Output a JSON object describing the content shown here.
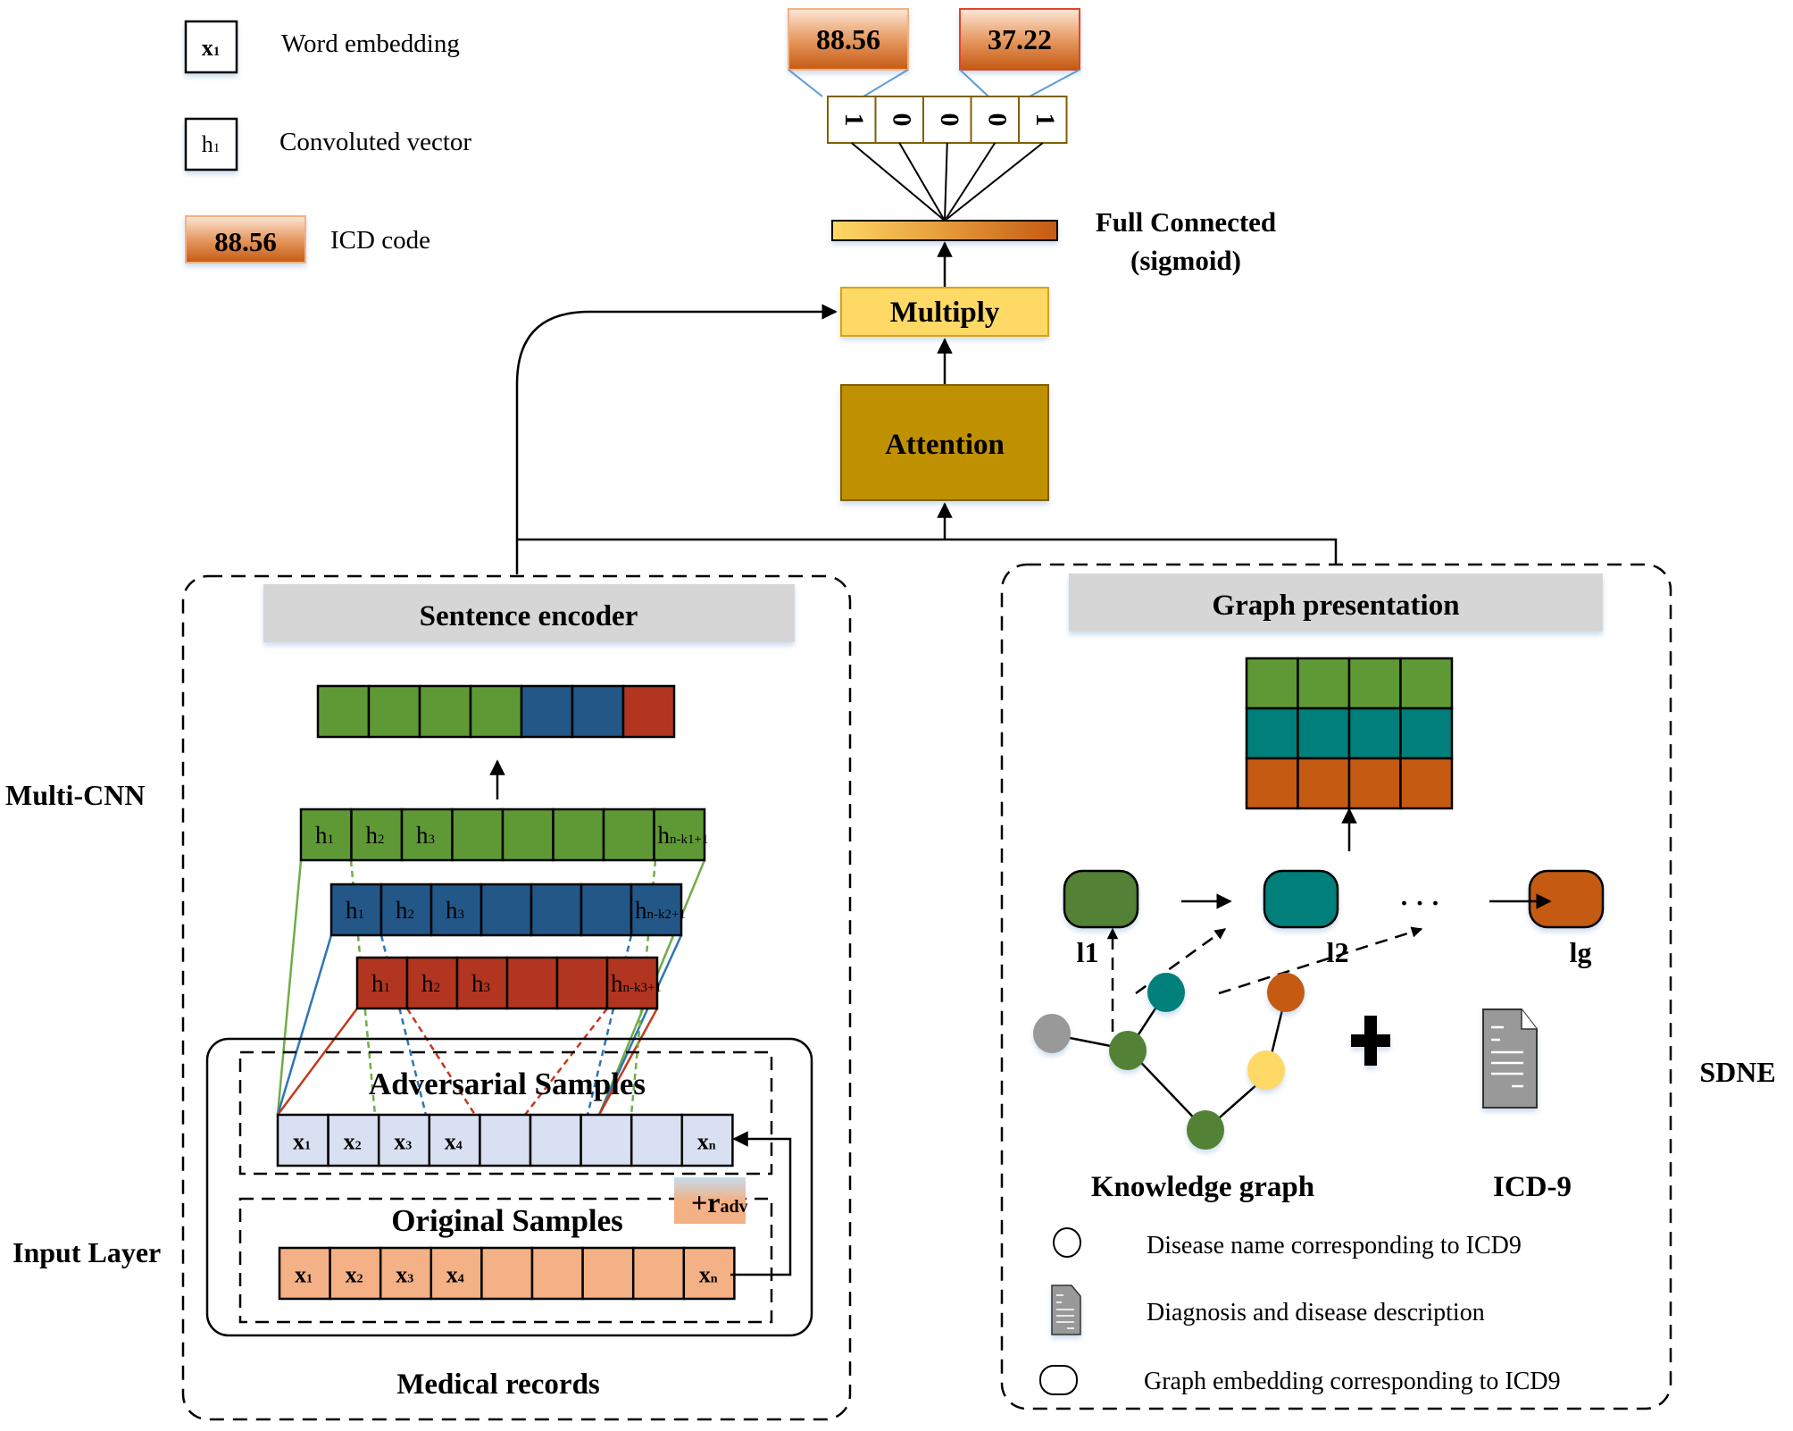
{
  "legend_top": {
    "items": [
      {
        "symbol": "x1",
        "label": "Word embedding"
      },
      {
        "symbol": "h1",
        "label": "Convoluted vector"
      },
      {
        "symbol": "88.56",
        "label": "ICD code"
      }
    ]
  },
  "output": {
    "icd_codes": [
      "88.56",
      "37.22"
    ],
    "bits": [
      "1",
      "0",
      "0",
      "0",
      "1"
    ],
    "full_connected_label_line1": "Full Connected",
    "full_connected_label_line2": "(sigmoid)",
    "multiply_label": "Multiply",
    "attention_label": "Attention"
  },
  "sentence_encoder": {
    "title": "Sentence encoder",
    "concat_cells": [
      "green",
      "green",
      "green",
      "green",
      "blue",
      "blue",
      "red"
    ],
    "layers": [
      {
        "name": "k1",
        "cells": [
          "h1",
          "h2",
          "h3",
          "",
          "",
          "",
          "",
          "hn-k1+1"
        ]
      },
      {
        "name": "k2",
        "cells": [
          "h1",
          "h2",
          "h3",
          "",
          "",
          "",
          "hn-k2+1"
        ]
      },
      {
        "name": "k3",
        "cells": [
          "h1",
          "h2",
          "h3",
          "",
          "",
          "hn-k3+1"
        ]
      }
    ],
    "adversarial_title": "Adversarial Samples",
    "adversarial_cells": [
      "x1",
      "x2",
      "x3",
      "x4",
      "",
      "",
      "",
      "",
      "xn"
    ],
    "perturbation_label": "+r",
    "perturbation_sub": "adv",
    "original_title": "Original Samples",
    "original_cells": [
      "x1",
      "x2",
      "x3",
      "x4",
      "",
      "",
      "",
      "",
      "xn"
    ],
    "footer": "Medical records"
  },
  "side_labels": {
    "multi_cnn": "Multi-CNN",
    "input_layer": "Input Layer",
    "sdne": "SDNE"
  },
  "graph_presentation": {
    "title": "Graph presentation",
    "matrix_rows": [
      "green",
      "teal",
      "orange"
    ],
    "matrix_cols": 4,
    "embeddings": [
      {
        "label": "l1",
        "color": "green"
      },
      {
        "label": "l2",
        "color": "teal"
      },
      {
        "label": "lg",
        "color": "orange"
      }
    ],
    "ellipsis": "· · ·",
    "knowledge_graph_label": "Knowledge graph",
    "plus_sign": "+",
    "icd9_label": "ICD-9",
    "legend": [
      {
        "icon": "circle-node-icon",
        "label": "Disease name corresponding to ICD9"
      },
      {
        "icon": "document-icon",
        "label": "Diagnosis and disease description"
      },
      {
        "icon": "rounded-rect-icon",
        "label": "Graph embedding corresponding to ICD9"
      }
    ]
  },
  "colors": {
    "green": "#5f9936",
    "blue": "#235787",
    "red": "#b23520",
    "teal": "#007f7b",
    "orange": "#c55a13",
    "adv_fill": "#d9e0f2",
    "orig_fill": "#f3b185",
    "multiply_fill": "#ffd966",
    "attention_fill": "#bf9000",
    "header_gray": "#d6d6d6",
    "bit_one": "#c00000",
    "node_gray": "#999999",
    "node_yellow": "#ffd966",
    "node_green": "#538135"
  }
}
